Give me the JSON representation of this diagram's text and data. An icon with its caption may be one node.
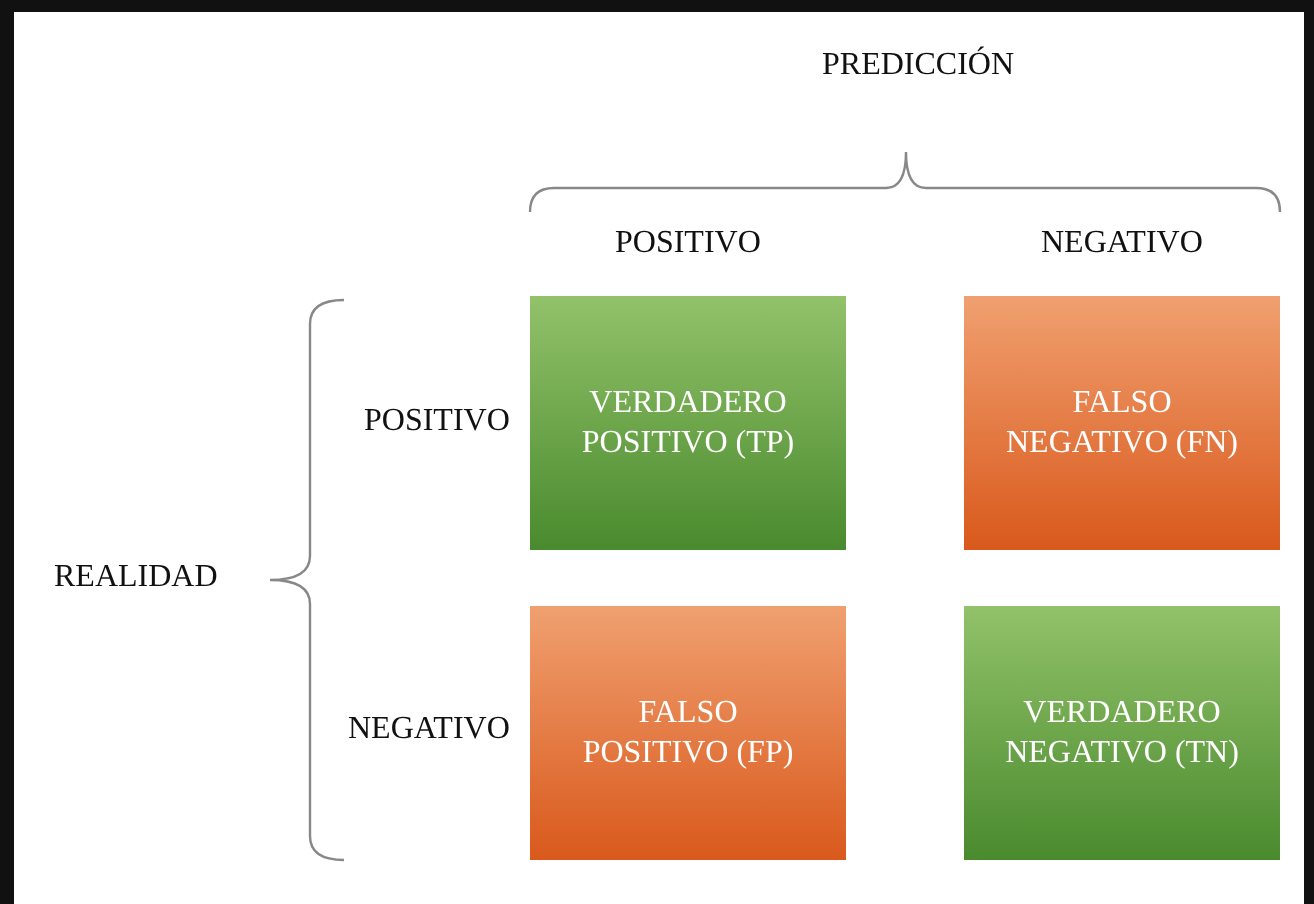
{
  "diagram": {
    "nodes": [
      {
        "text": [
          "VERDADERO POSITIVO (TP)"
        ]
      },
      {
        "text": [
          "FALSO NEGATIVO (FN)"
        ]
      },
      {
        "text": [
          "FALSO POSITIVO (FP)"
        ]
      },
      {
        "text": [
          "VERDADERO NEGATIVO (TN)"
        ]
      }
    ],
    "labels": [
      "PREDICCIÓN",
      "POSITIVO",
      "NEGATIVO",
      "POSITIVO",
      "REALIDAD",
      "NEGATIVO"
    ]
  }
}
